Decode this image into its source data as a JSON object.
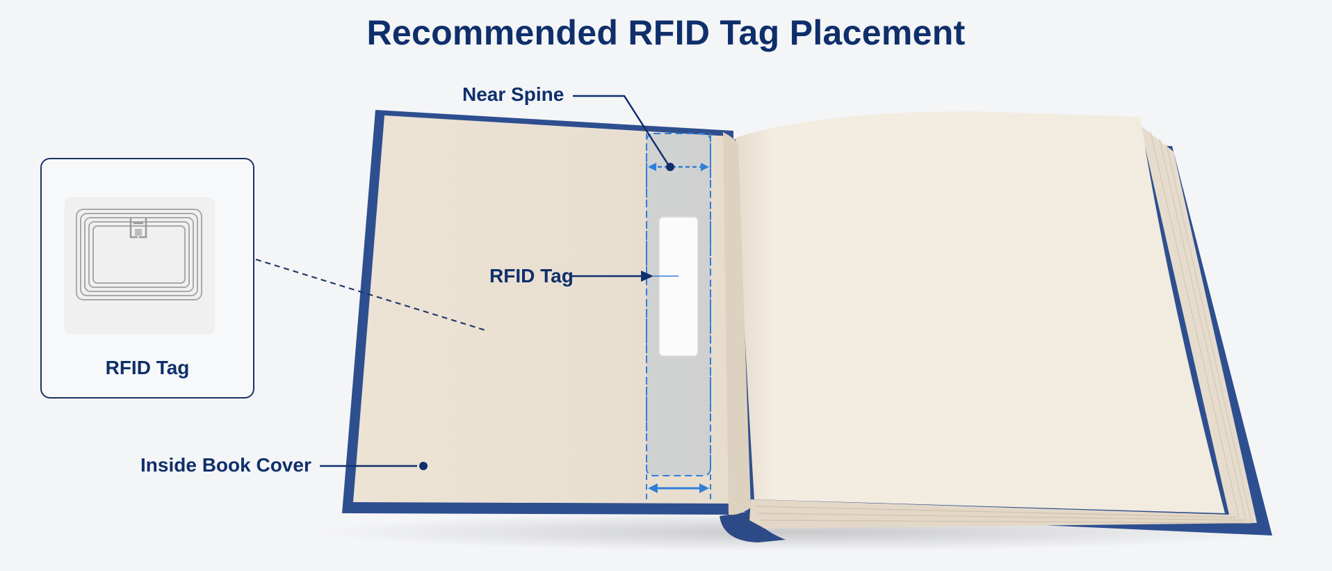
{
  "title": "Recommended RFID Tag Placement",
  "labels": {
    "near_spine": "Near Spine",
    "rfid_tag_pointer": "RFID Tag",
    "inside_book_cover": "Inside Book Cover"
  },
  "inset": {
    "label": "RFID Tag"
  },
  "colors": {
    "navy": "#0f2f6b",
    "cover_blue": "#2e4f8f",
    "accent_blue": "#2f7ed8",
    "page_cream": "#f1e9dc",
    "endpaper": "#e9dfd1"
  }
}
